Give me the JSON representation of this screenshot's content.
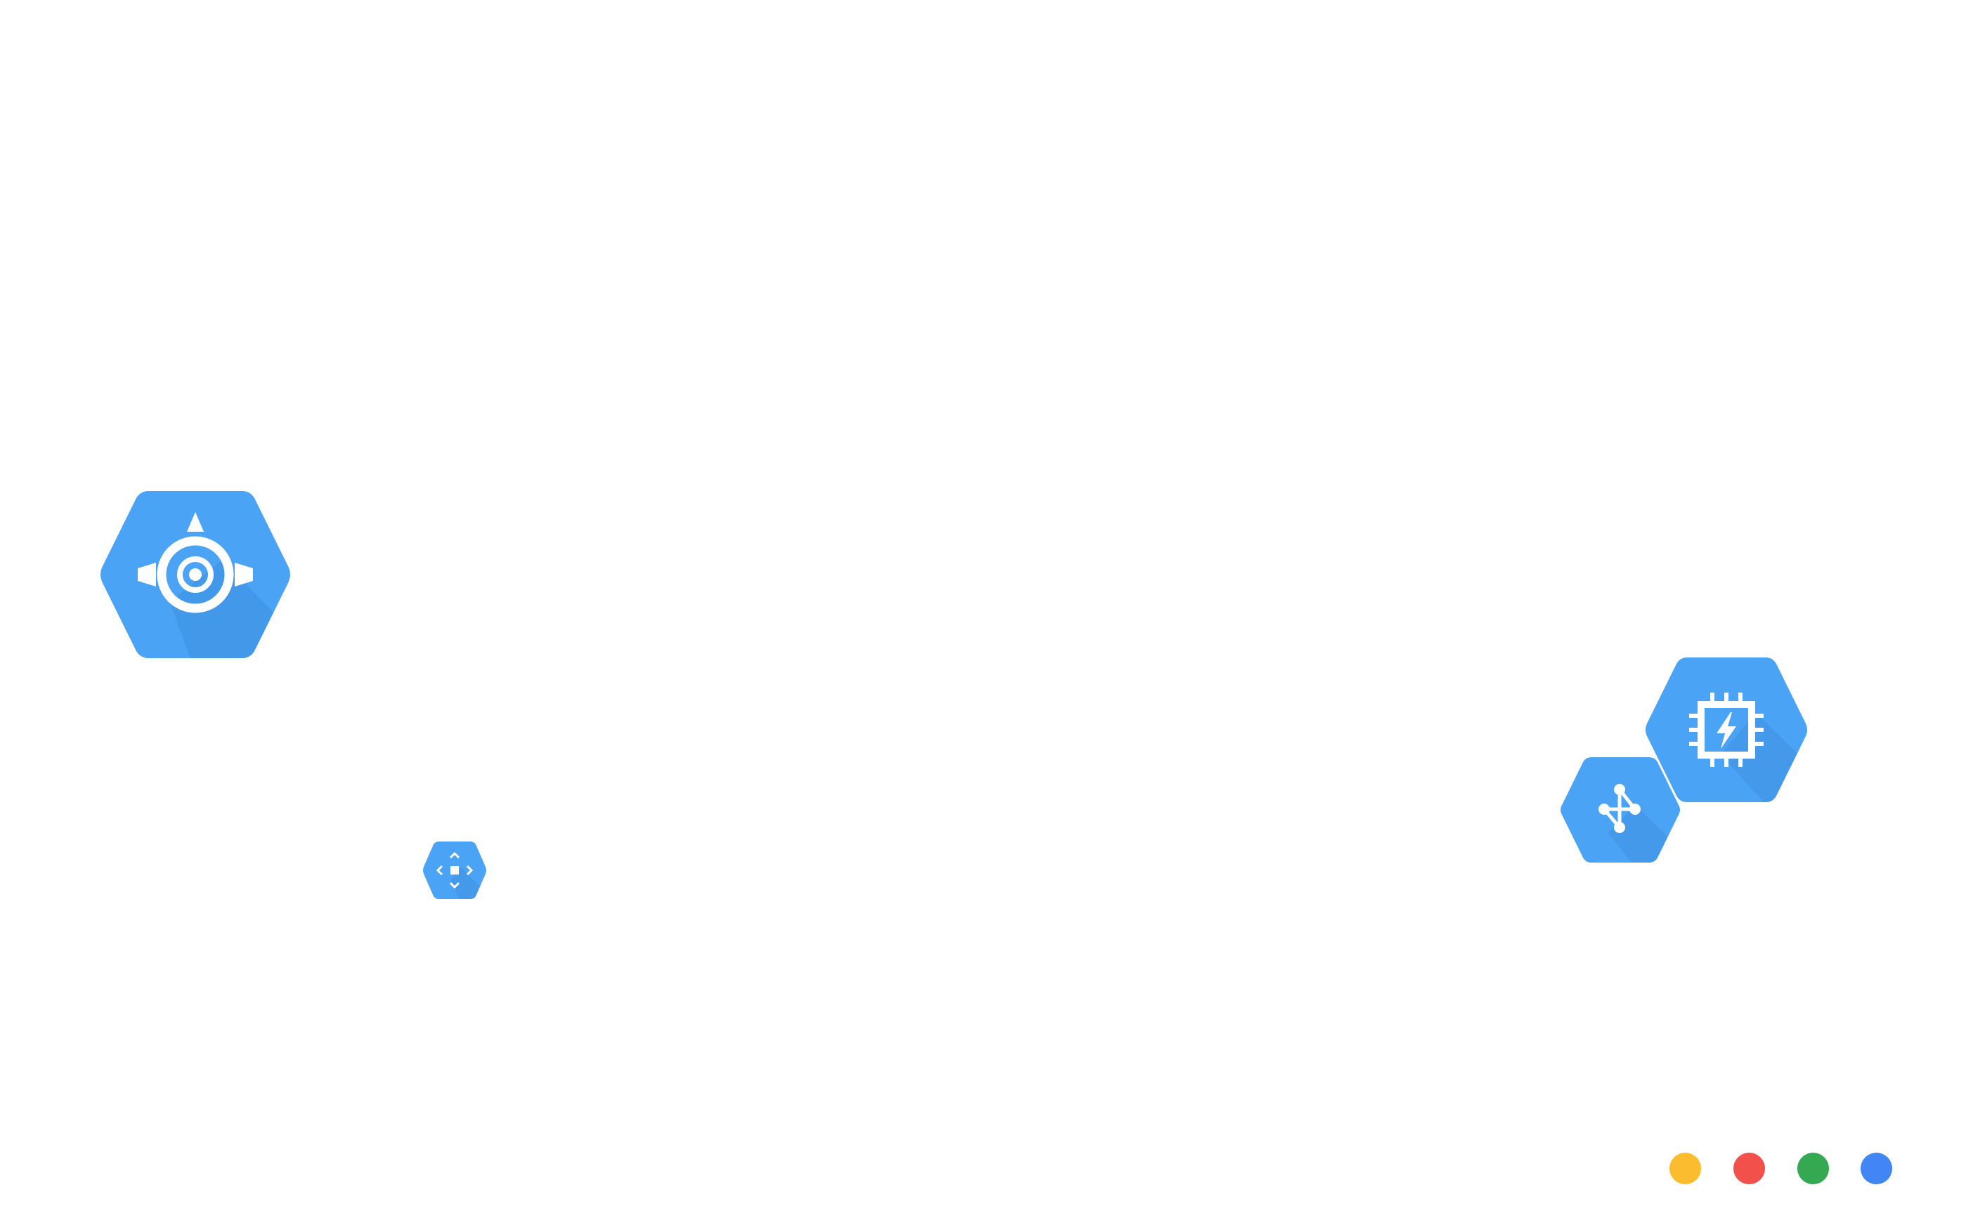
{
  "colors": {
    "hex_fill": "#4aa3f4",
    "hex_shadow": "#3d8fe0",
    "icon": "#ffffff",
    "background": "#ffffff"
  },
  "icons": [
    {
      "name": "app-engine-icon"
    },
    {
      "name": "endpoints-icon"
    },
    {
      "name": "network-icon"
    },
    {
      "name": "compute-engine-icon"
    }
  ],
  "dots": [
    {
      "name": "yellow-dot",
      "color": "#fbbc2f"
    },
    {
      "name": "red-dot",
      "color": "#f2504b"
    },
    {
      "name": "green-dot",
      "color": "#34a853"
    },
    {
      "name": "blue-dot",
      "color": "#4285f4"
    }
  ]
}
